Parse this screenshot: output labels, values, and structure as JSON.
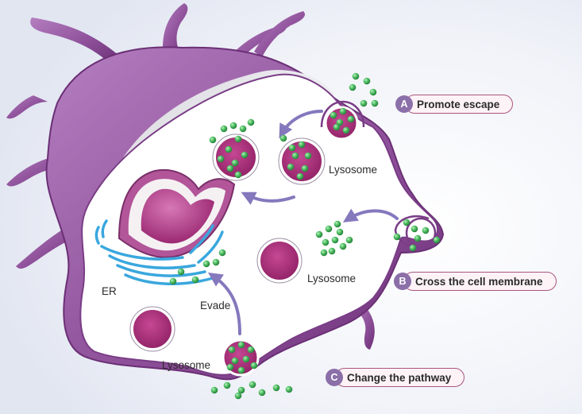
{
  "callouts": [
    {
      "letter": "A",
      "text": "Promote escape"
    },
    {
      "letter": "B",
      "text": "Cross the cell membrane"
    },
    {
      "letter": "C",
      "text": "Change the pathway"
    }
  ],
  "labels": {
    "lysosome": "Lysosome",
    "er": "ER",
    "evade": "Evade"
  },
  "colors": {
    "background": "#eef0f7",
    "membrane_purple": "#8a4f94",
    "dark_purple": "#6b2f76",
    "lysosome_magenta": "#a62a76",
    "nanoparticle_green": "#3fae54",
    "er_blue": "#3aa7de",
    "arrow": "#8578bd",
    "badge": "#8b6fa8"
  }
}
